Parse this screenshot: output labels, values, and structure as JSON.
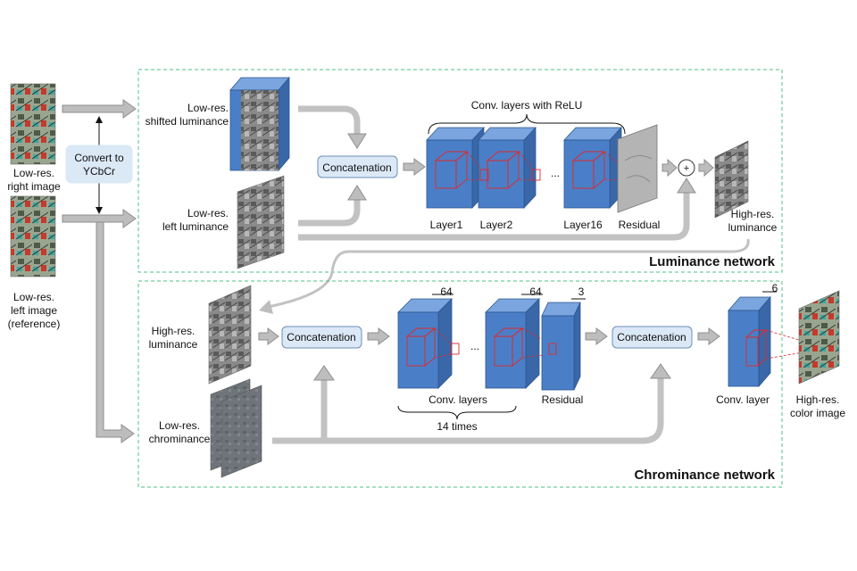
{
  "inputs": {
    "right_image": [
      "Low-res.",
      "right image"
    ],
    "left_image": [
      "Low-res.",
      "left image",
      "(reference)"
    ],
    "convert": [
      "Convert to",
      "YCbCr"
    ]
  },
  "luminance": {
    "title": "Luminance network",
    "shifted": [
      "Low-res.",
      "shifted luminance"
    ],
    "left": [
      "Low-res.",
      "left luminance"
    ],
    "concat": "Concatenation",
    "conv_header": "Conv. layers with ReLU",
    "ellipsis": "...",
    "layer1": "Layer1",
    "layer2": "Layer2",
    "layer16": "Layer16",
    "residual": "Residual",
    "plus": "+",
    "output": [
      "High-res.",
      "luminance"
    ]
  },
  "chrominance": {
    "title": "Chrominance network",
    "hr_lum": [
      "High-res.",
      "luminance"
    ],
    "lr_chrom": [
      "Low-res.",
      "chrominance"
    ],
    "concat1": "Concatenation",
    "concat2": "Concatenation",
    "dim64a": "64",
    "dim64b": "64",
    "dim3": "3",
    "dim6": "6",
    "ellipsis": "...",
    "conv_layers": "Conv. layers",
    "times": "14 times",
    "residual": "Residual",
    "conv_layer": "Conv. layer",
    "output": [
      "High-res.",
      "color image"
    ]
  },
  "colors": {
    "network_border": "#4cc08a",
    "conv_blue": "#4a7fc8",
    "kernel_red": "#e0282a",
    "arrow_grey": "#bdbdbd",
    "concat_fill": "#dbe8f6"
  }
}
